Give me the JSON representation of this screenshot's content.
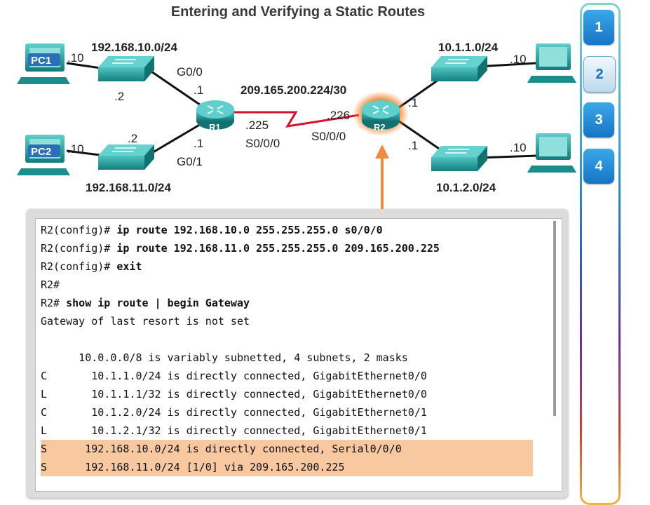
{
  "title": "Entering and Verifying a Static Routes",
  "topology": {
    "pc1": {
      "label": "PC1",
      "host": ".10"
    },
    "pc2": {
      "label": "PC2",
      "host": ".10"
    },
    "lan_r1_g00": {
      "network": "192.168.10.0/24",
      "switch_host": ".2",
      "interface": "G0/0",
      "router_host": ".1"
    },
    "lan_r1_g01": {
      "network": "192.168.11.0/24",
      "switch_host": ".2",
      "interface": "G0/1",
      "router_host": ".1"
    },
    "wan": {
      "network": "209.165.200.224/30",
      "r1_host": ".225",
      "r1_interface": "S0/0/0",
      "r2_host": ".226",
      "r2_interface": "S0/0/0"
    },
    "r1": {
      "label": "R1"
    },
    "r2": {
      "label": "R2"
    },
    "lan_r2_g00": {
      "network": "10.1.1.0/24",
      "router_host": ".1",
      "pc_host": ".10"
    },
    "lan_r2_g01": {
      "network": "10.1.2.0/24",
      "router_host": ".1",
      "pc_host": ".10"
    }
  },
  "terminal": {
    "lines": [
      {
        "prompt": "R2(config)# ",
        "command": "ip route 192.168.10.0 255.255.255.0 s0/0/0",
        "text": "",
        "highlight": false
      },
      {
        "prompt": "R2(config)# ",
        "command": "ip route 192.168.11.0 255.255.255.0 209.165.200.225",
        "text": "",
        "highlight": false
      },
      {
        "prompt": "R2(config)# ",
        "command": "exit",
        "text": "",
        "highlight": false
      },
      {
        "prompt": "R2#",
        "command": "",
        "text": "",
        "highlight": false
      },
      {
        "prompt": "R2# ",
        "command": "show ip route | begin Gateway",
        "text": "",
        "highlight": false
      },
      {
        "prompt": "",
        "command": "",
        "text": "Gateway of last resort is not set",
        "highlight": false
      },
      {
        "prompt": "",
        "command": "",
        "text": "",
        "highlight": false
      },
      {
        "prompt": "",
        "command": "",
        "text": "      10.0.0.0/8 is variably subnetted, 4 subnets, 2 masks",
        "highlight": false
      },
      {
        "prompt": "",
        "command": "",
        "text": "C       10.1.1.0/24 is directly connected, GigabitEthernet0/0",
        "highlight": false
      },
      {
        "prompt": "",
        "command": "",
        "text": "L       10.1.1.1/32 is directly connected, GigabitEthernet0/0",
        "highlight": false
      },
      {
        "prompt": "",
        "command": "",
        "text": "C       10.1.2.0/24 is directly connected, GigabitEthernet0/1",
        "highlight": false
      },
      {
        "prompt": "",
        "command": "",
        "text": "L       10.1.2.1/32 is directly connected, GigabitEthernet0/1",
        "highlight": false
      },
      {
        "prompt": "",
        "command": "",
        "text": "S      192.168.10.0/24 is directly connected, Serial0/0/0",
        "highlight": true
      },
      {
        "prompt": "",
        "command": "",
        "text": "S      192.168.11.0/24 [1/0] via 209.165.200.225",
        "highlight": true
      }
    ]
  },
  "steps": [
    {
      "label": "1",
      "active": false
    },
    {
      "label": "2",
      "active": true
    },
    {
      "label": "3",
      "active": false
    },
    {
      "label": "4",
      "active": false
    }
  ],
  "colors": {
    "highlight_row": "#f8c8a0",
    "arrow": "#f08a3c",
    "router_glow": "#f07a20",
    "serial_link": "#d8102c",
    "device_teal": "#1e9a98",
    "step_blue": "#1774c6"
  },
  "icons": [
    "pc-icon",
    "switch-icon",
    "router-icon",
    "arrow-up-icon"
  ]
}
